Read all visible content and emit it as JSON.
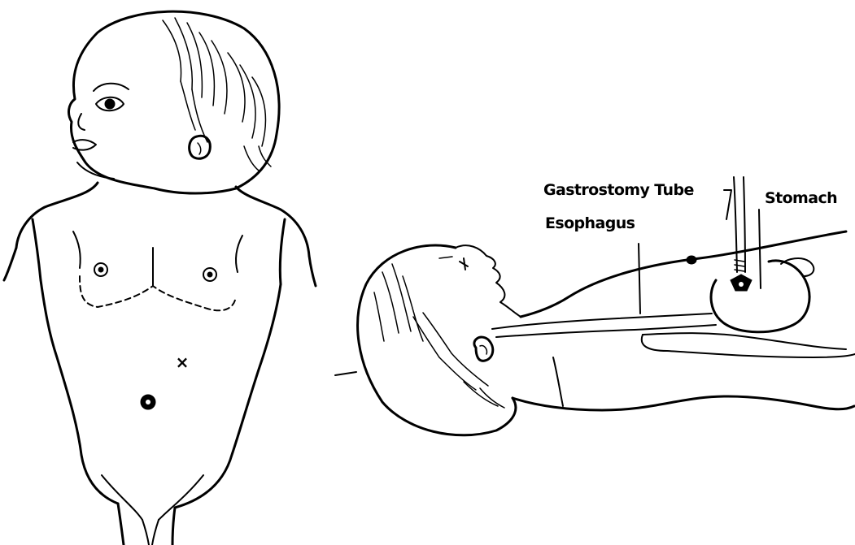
{
  "labels": {
    "gastrostomy_tube": "Gastrostomy Tube",
    "stomach": "Stomach",
    "esophagus": "Esophagus"
  },
  "marks": {
    "site": "×"
  }
}
